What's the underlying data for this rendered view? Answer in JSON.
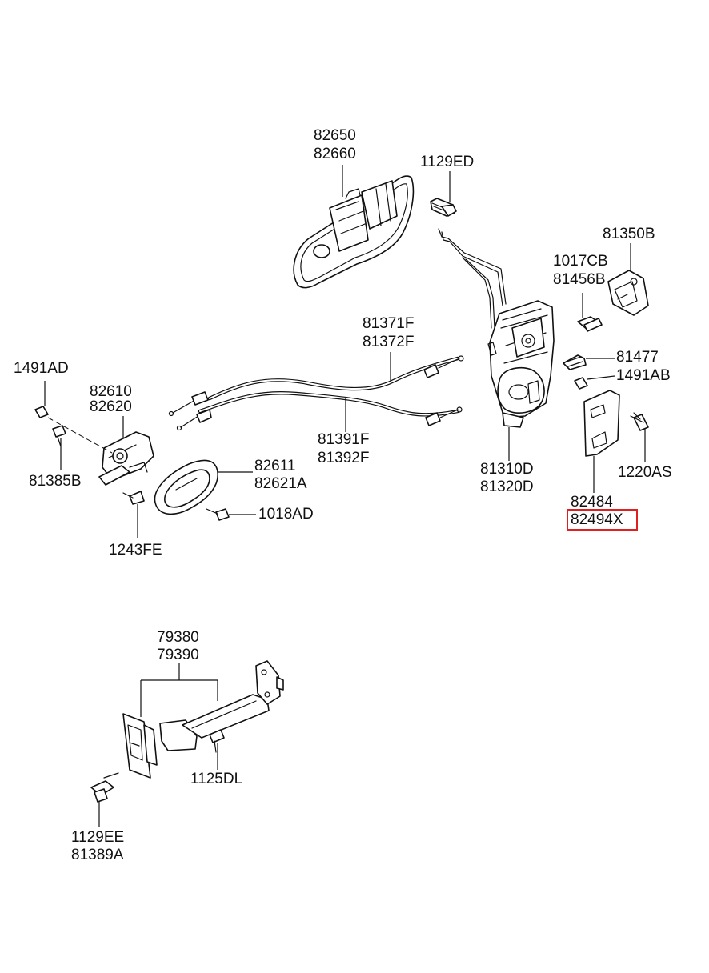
{
  "diagram": {
    "labels": {
      "outside_handle": [
        "82650",
        "82660"
      ],
      "bolt_top": "1129ED",
      "striker_bracket": "81350B",
      "bolt_washer": [
        "1017CB",
        "81456B"
      ],
      "screw_81477": "81477",
      "clip_1491ab": "1491AB",
      "screw_1220as": "1220AS",
      "cover": [
        "82484",
        "82494X"
      ],
      "latch": [
        "81310D",
        "81320D"
      ],
      "cable_upper": [
        "81371F",
        "81372F"
      ],
      "cable_lower": [
        "81391F",
        "81392F"
      ],
      "clip_1491ad": "1491AD",
      "inside_handle_base": [
        "82610",
        "82620"
      ],
      "screw_81385b": "81385B",
      "screw_1243fe": "1243FE",
      "inside_handle_bezel": [
        "82611",
        "82621A"
      ],
      "screw_1018ad": "1018AD",
      "checker": [
        "79380",
        "79390"
      ],
      "bolt_1125dl": "1125DL",
      "bolt_bottom": [
        "1129EE",
        "81389A"
      ]
    },
    "highlight": "82494X",
    "highlight_color": "#e02020"
  }
}
